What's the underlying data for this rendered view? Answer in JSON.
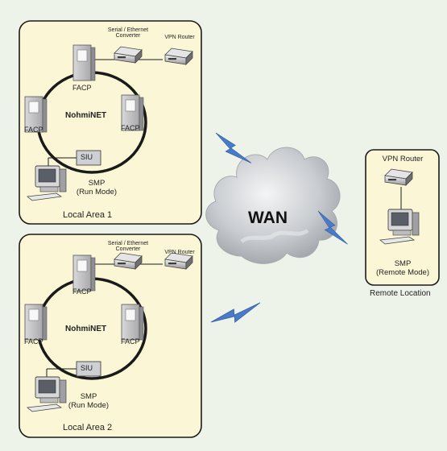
{
  "network_name": "NohmiNET",
  "areas": [
    {
      "label": "Local Area 1",
      "converter_label": "Serial / Ethernet\nConverter",
      "router_label": "VPN Router",
      "panels": [
        "FACP",
        "FACP",
        "FACP"
      ],
      "siu_label": "SIU",
      "smp_label": "SMP",
      "smp_mode": "(Run Mode)"
    },
    {
      "label": "Local Area 2",
      "converter_label": "Serial / Ethernet\nConverter",
      "router_label": "VPN Router",
      "panels": [
        "FACP",
        "FACP",
        "FACP"
      ],
      "siu_label": "SIU",
      "smp_label": "SMP",
      "smp_mode": "(Run Mode)"
    }
  ],
  "wan_label": "WAN",
  "remote": {
    "router_label": "VPN Router",
    "smp_label": "SMP",
    "smp_mode": "(Remote Mode)",
    "location_label": "Remote Location"
  },
  "colors": {
    "background": "#eef3ea",
    "area_fill": "#fbf7d6",
    "ring": "#1a1a1a",
    "lightning": "#4a7bc8",
    "cloud": "#c9ccd0"
  }
}
